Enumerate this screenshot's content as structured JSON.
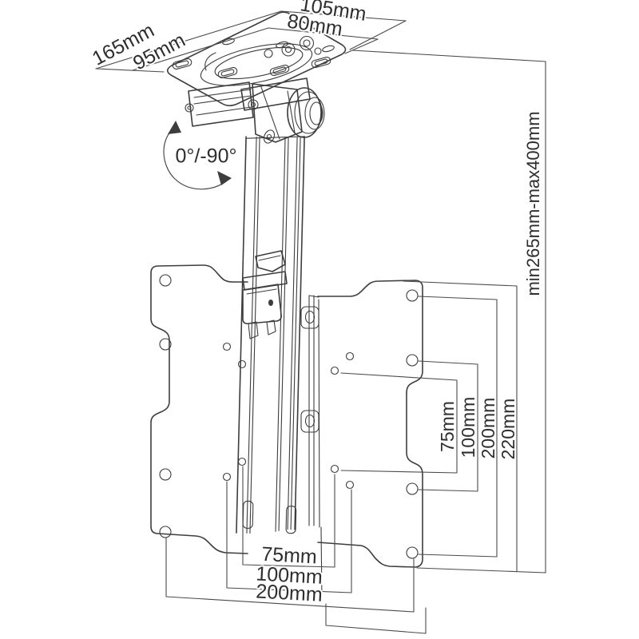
{
  "drawing": {
    "name": "ceiling-tv-bracket-dimension-diagram",
    "kind": "technical line drawing, fold-down ceiling TV mount"
  },
  "colors": {
    "line": "#3d3d3d",
    "text": "#2e2e2e",
    "background": "#ffffff"
  },
  "labels": {
    "ceiling_plate": {
      "depth_outer": "165mm",
      "depth_inner": "95mm",
      "width_outer": "105mm",
      "width_inner": "80mm"
    },
    "tilt_range": "0°/-90°",
    "height_range": "min265mm-max400mm",
    "vesa_vertical": {
      "v75": "75mm",
      "v100": "100mm",
      "v200": "200mm",
      "plate_height": "220mm"
    },
    "vesa_horizontal": {
      "h75": "75mm",
      "h100": "100mm",
      "h200": "200mm"
    }
  }
}
